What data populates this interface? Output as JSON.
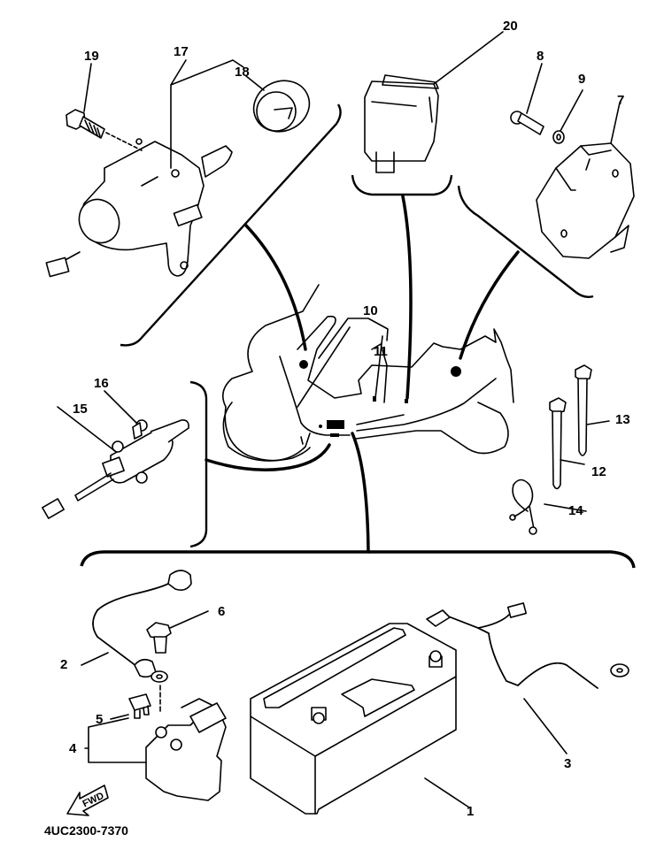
{
  "diagram": {
    "title": "Electrical parts exploded view",
    "drawing_code": "4UC2300-7370",
    "direction_arrow": "FWD",
    "callouts": [
      {
        "id": "1",
        "part": "battery"
      },
      {
        "id": "2",
        "part": "battery-negative-lead"
      },
      {
        "id": "3",
        "part": "battery-positive-lead"
      },
      {
        "id": "4",
        "part": "starter-relay-assembly"
      },
      {
        "id": "5",
        "part": "fuse"
      },
      {
        "id": "6",
        "part": "flange-bolt"
      },
      {
        "id": "7",
        "part": "ignitor-unit"
      },
      {
        "id": "8",
        "part": "screw"
      },
      {
        "id": "9",
        "part": "washer"
      },
      {
        "id": "10",
        "part": "wire-harness"
      },
      {
        "id": "11",
        "part": "wire-harness-sub"
      },
      {
        "id": "12",
        "part": "cable-tie"
      },
      {
        "id": "13",
        "part": "cable-tie-long"
      },
      {
        "id": "14",
        "part": "wire-clamp"
      },
      {
        "id": "15",
        "part": "starter-switch-sensor"
      },
      {
        "id": "16",
        "part": "screw-small"
      },
      {
        "id": "17",
        "part": "main-switch-assembly"
      },
      {
        "id": "18",
        "part": "switch-cover"
      },
      {
        "id": "19",
        "part": "bolt"
      },
      {
        "id": "20",
        "part": "relay"
      }
    ]
  }
}
